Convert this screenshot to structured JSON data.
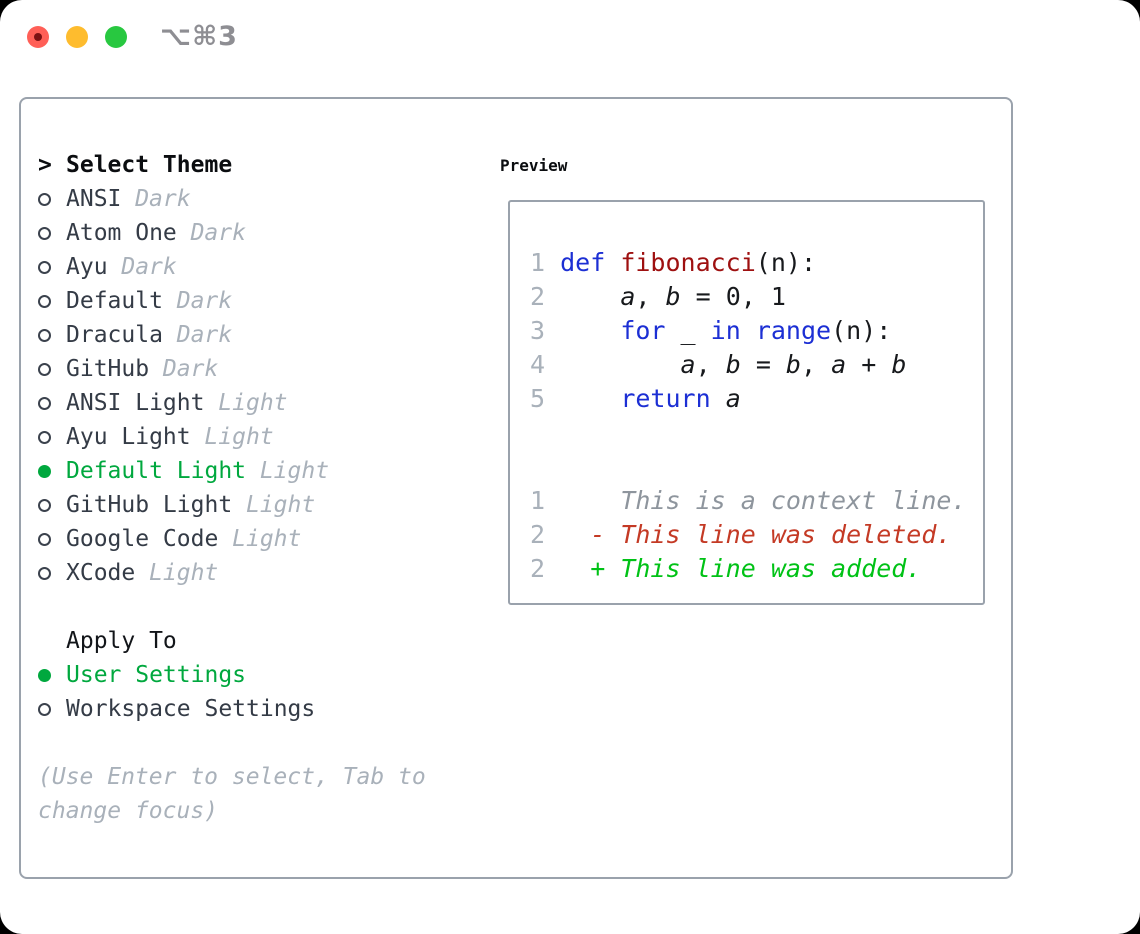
{
  "window": {
    "title_shortcut": "⌥⌘3"
  },
  "colors": {
    "selection_green": "#00a83e",
    "keyword_blue": "#1c2fd4",
    "function_red": "#9e1010",
    "diff_deleted_red": "#c43a25",
    "diff_added_green": "#00c216",
    "muted_gray": "#a9b1ba",
    "border_gray": "#9aa2ac"
  },
  "icons": {
    "close_button": "red-traffic-light",
    "minimize_button": "yellow-traffic-light",
    "zoom_button": "green-traffic-light",
    "radio_unselected": "hollow-circle",
    "radio_selected": "filled-green-circle"
  },
  "theme_selector": {
    "prompt": ">",
    "title": "Select Theme",
    "items": [
      {
        "name": "ANSI",
        "variant": "Dark",
        "selected": false
      },
      {
        "name": "Atom One",
        "variant": "Dark",
        "selected": false
      },
      {
        "name": "Ayu",
        "variant": "Dark",
        "selected": false
      },
      {
        "name": "Default",
        "variant": "Dark",
        "selected": false
      },
      {
        "name": "Dracula",
        "variant": "Dark",
        "selected": false
      },
      {
        "name": "GitHub",
        "variant": "Dark",
        "selected": false
      },
      {
        "name": "ANSI Light",
        "variant": "Light",
        "selected": false
      },
      {
        "name": "Ayu Light",
        "variant": "Light",
        "selected": false
      },
      {
        "name": "Default Light",
        "variant": "Light",
        "selected": true
      },
      {
        "name": "GitHub Light",
        "variant": "Light",
        "selected": false
      },
      {
        "name": "Google Code",
        "variant": "Light",
        "selected": false
      },
      {
        "name": "XCode",
        "variant": "Light",
        "selected": false
      }
    ]
  },
  "apply_to": {
    "title": "Apply To",
    "options": [
      {
        "name": "User Settings",
        "selected": true
      },
      {
        "name": "Workspace Settings",
        "selected": false
      }
    ]
  },
  "hint_lines": [
    "(Use Enter to select, Tab to",
    "change focus)"
  ],
  "preview": {
    "title": "Preview",
    "lines": [
      {
        "tokens": [
          {
            "s": "num",
            "t": "1 "
          },
          {
            "s": "kw",
            "t": "def"
          },
          {
            "s": "plain",
            "t": " "
          },
          {
            "s": "fn",
            "t": "fibonacci"
          },
          {
            "s": "plain",
            "t": "(n):"
          }
        ]
      },
      {
        "tokens": [
          {
            "s": "num",
            "t": "2 "
          },
          {
            "s": "plain",
            "t": "    "
          },
          {
            "s": "var",
            "t": "a"
          },
          {
            "s": "plain",
            "t": ", "
          },
          {
            "s": "var",
            "t": "b"
          },
          {
            "s": "plain",
            "t": " = 0, 1"
          }
        ]
      },
      {
        "tokens": [
          {
            "s": "num",
            "t": "3 "
          },
          {
            "s": "plain",
            "t": "    "
          },
          {
            "s": "kw",
            "t": "for"
          },
          {
            "s": "plain",
            "t": " _ "
          },
          {
            "s": "kw",
            "t": "in"
          },
          {
            "s": "plain",
            "t": " "
          },
          {
            "s": "kw",
            "t": "range"
          },
          {
            "s": "plain",
            "t": "(n):"
          }
        ]
      },
      {
        "tokens": [
          {
            "s": "num",
            "t": "4 "
          },
          {
            "s": "plain",
            "t": "        "
          },
          {
            "s": "var",
            "t": "a"
          },
          {
            "s": "plain",
            "t": ", "
          },
          {
            "s": "var",
            "t": "b"
          },
          {
            "s": "plain",
            "t": " = "
          },
          {
            "s": "var",
            "t": "b"
          },
          {
            "s": "plain",
            "t": ", "
          },
          {
            "s": "var",
            "t": "a"
          },
          {
            "s": "plain",
            "t": " + "
          },
          {
            "s": "var",
            "t": "b"
          }
        ]
      },
      {
        "tokens": [
          {
            "s": "num",
            "t": "5 "
          },
          {
            "s": "plain",
            "t": "    "
          },
          {
            "s": "kw",
            "t": "return"
          },
          {
            "s": "plain",
            "t": " "
          },
          {
            "s": "var",
            "t": "a"
          }
        ]
      },
      {
        "tokens": []
      },
      {
        "tokens": []
      },
      {
        "tokens": [
          {
            "s": "num",
            "t": "1"
          },
          {
            "s": "ctx",
            "t": "     This is a context line."
          }
        ]
      },
      {
        "tokens": [
          {
            "s": "num",
            "t": "2"
          },
          {
            "s": "del",
            "t": "   - This line was deleted."
          }
        ]
      },
      {
        "tokens": [
          {
            "s": "num",
            "t": "2"
          },
          {
            "s": "add",
            "t": "   + This line was added."
          }
        ]
      }
    ]
  }
}
